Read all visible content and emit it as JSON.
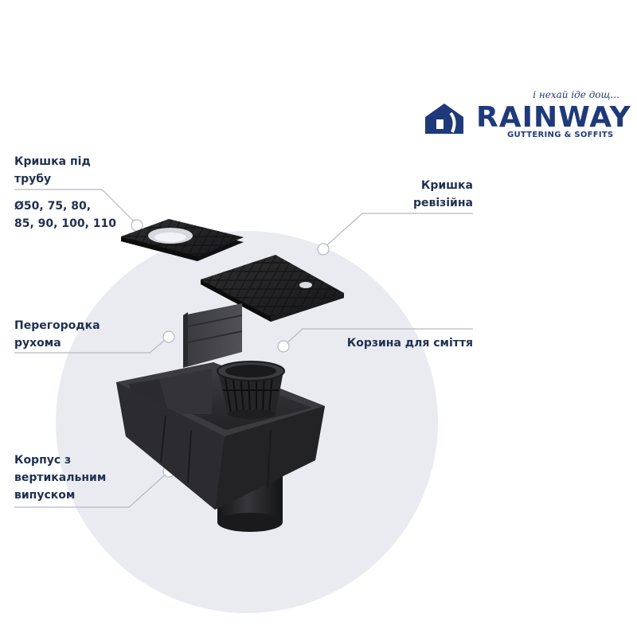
{
  "brand": {
    "tagline": "і нехай іде дощ...",
    "name": "RAINWAY",
    "subtitle": "GUTTERING & SOFFITS",
    "color": "#1e3a7a"
  },
  "labels": {
    "pipe_cover_line1": "Кришка під",
    "pipe_cover_line2": "трубу",
    "pipe_sizes_line1": "Ø50, 75, 80,",
    "pipe_sizes_line2": "85, 90, 100, 110",
    "inspection_cover_line1": "Кришка",
    "inspection_cover_line2": "ревізійна",
    "partition_line1": "Перегородка",
    "partition_line2": "рухома",
    "basket": "Корзина для сміття",
    "body_line1": "Корпус з",
    "body_line2": "вертикальним",
    "body_line3": "випуском"
  },
  "colors": {
    "background_circle": "#e9ebf1",
    "label_text": "#1f3050",
    "callout_line": "#b6b9c3",
    "plastic_dark": "#2a2a2d"
  }
}
